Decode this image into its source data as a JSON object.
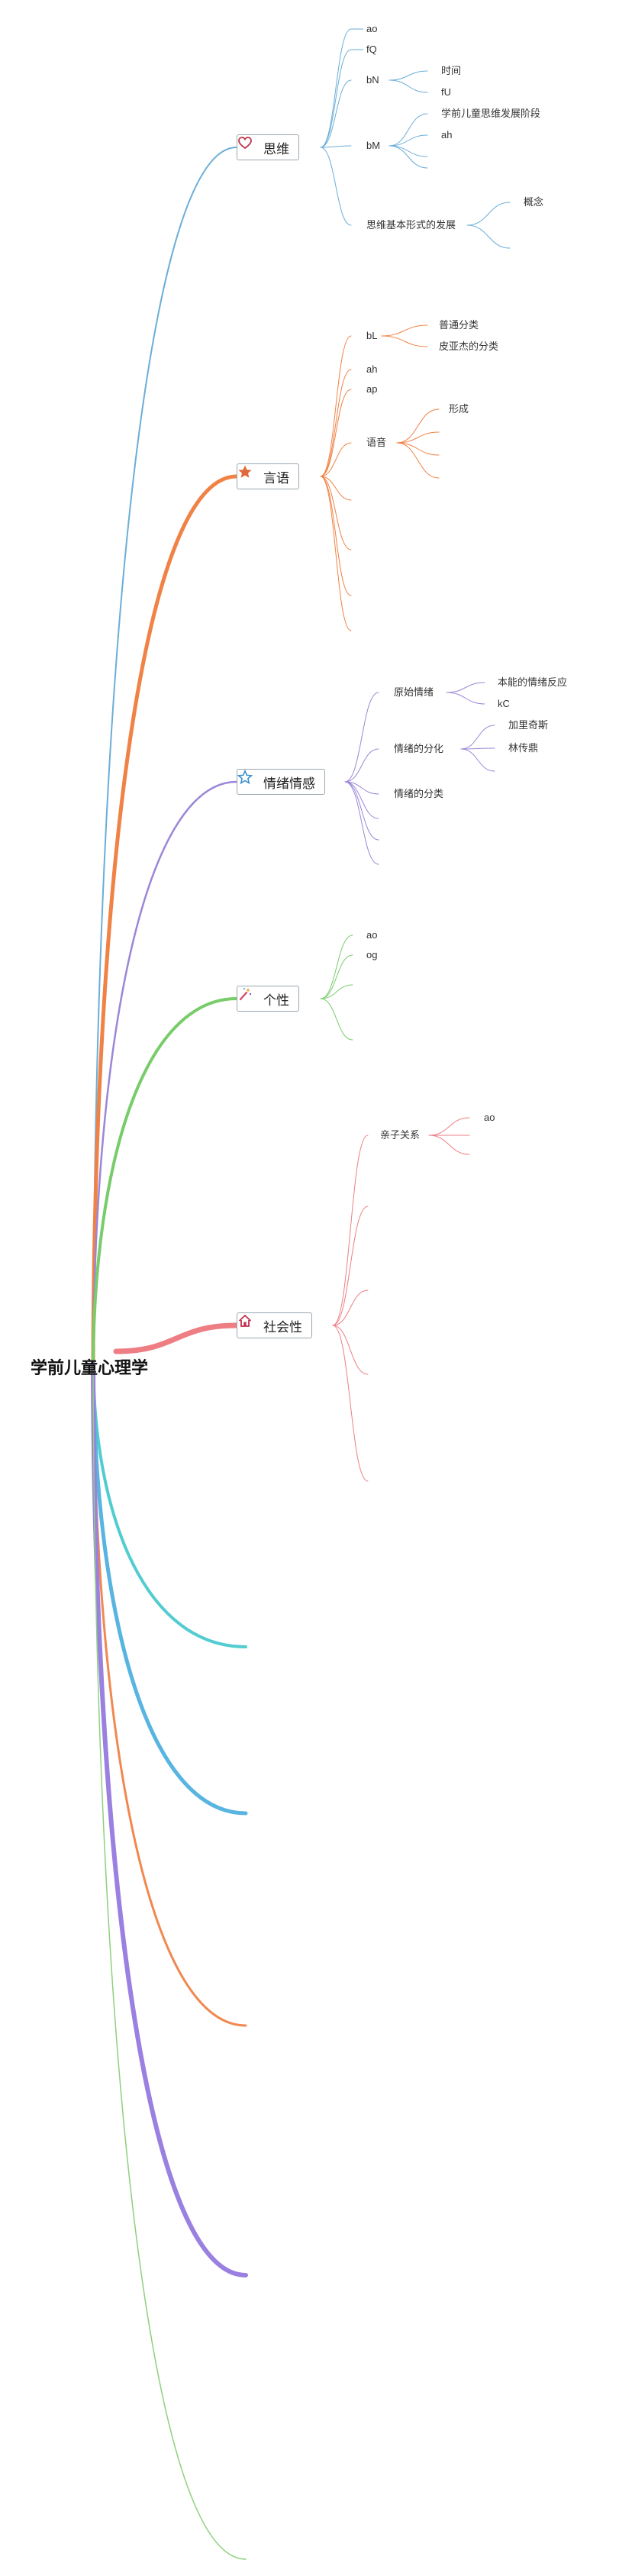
{
  "root": {
    "label": "学前儿童心理学"
  },
  "colors": {
    "thinking": "#6aaed8",
    "language": "#f08246",
    "emotion": "#9b86d8",
    "personality": "#78cc6a",
    "social": "#ee7e84",
    "teal": "#52ccd0",
    "blue": "#58b4e0",
    "orange2": "#f08850",
    "purple2": "#9a80e0",
    "green2": "#8ed07e"
  },
  "icons": {
    "thinking": "heart-icon",
    "language": "star-filled-icon",
    "emotion": "star-outline-icon",
    "personality": "magic-wand-icon",
    "social": "house-icon"
  },
  "topics": {
    "thinking": {
      "label": "思维",
      "children": [
        {
          "label": "ao"
        },
        {
          "label": "fQ"
        },
        {
          "label": "bN",
          "children": [
            {
              "label": "时间"
            },
            {
              "label": "fU"
            }
          ]
        },
        {
          "label": "bM",
          "children": [
            {
              "label": "学前儿童思维发展阶段"
            },
            {
              "label": "ah"
            }
          ]
        },
        {
          "label": "思维基本形式的发展",
          "children": [
            {
              "label": "概念"
            }
          ]
        }
      ]
    },
    "language": {
      "label": "言语",
      "children": [
        {
          "label": "bL",
          "children": [
            {
              "label": "普通分类"
            },
            {
              "label": "皮亚杰的分类"
            }
          ]
        },
        {
          "label": "ah"
        },
        {
          "label": "ap"
        },
        {
          "label": "语音",
          "children": [
            {
              "label": "形成"
            }
          ]
        }
      ]
    },
    "emotion": {
      "label": "情绪情感",
      "children": [
        {
          "label": "原始情绪",
          "children": [
            {
              "label": "本能的情绪反应"
            },
            {
              "label": "kC"
            }
          ]
        },
        {
          "label": "情绪的分化",
          "children": [
            {
              "label": "加里奇斯"
            },
            {
              "label": "林传鼎"
            }
          ]
        },
        {
          "label": "情绪的分类"
        }
      ]
    },
    "personality": {
      "label": "个性",
      "children": [
        {
          "label": "ao"
        },
        {
          "label": "og"
        }
      ]
    },
    "social": {
      "label": "社会性",
      "children": [
        {
          "label": "亲子关系",
          "children": [
            {
              "label": "ao"
            }
          ]
        }
      ]
    }
  }
}
